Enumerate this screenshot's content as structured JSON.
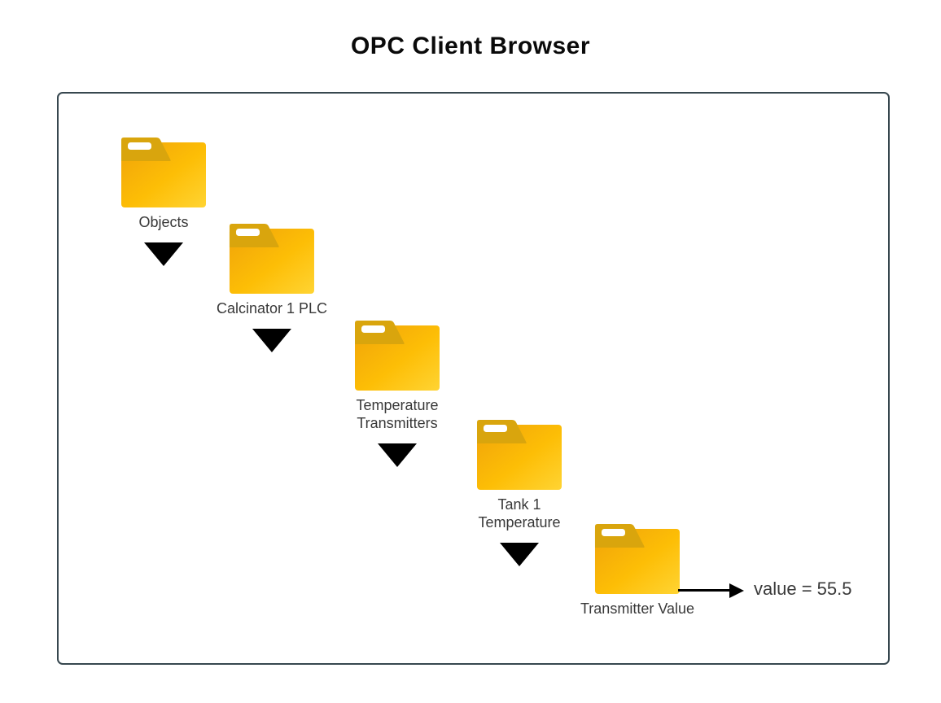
{
  "title": "OPC Client Browser",
  "tree": {
    "nodes": [
      {
        "label": "Objects"
      },
      {
        "label": "Calcinator 1 PLC"
      },
      {
        "label": "Temperature\nTransmitters"
      },
      {
        "label": "Tank 1\nTemperature"
      },
      {
        "label": "Transmitter Value"
      }
    ]
  },
  "annotation": {
    "value_label": "value = 55.5"
  },
  "icons": {
    "node_icon": "folder-icon",
    "expand_icon": "triangle-down-icon",
    "pointer_icon": "arrow-right-icon"
  },
  "colors": {
    "panel_border": "#37474f",
    "folder_tab": "#D9A50D",
    "folder_body_gradient_start": "#F0A30A",
    "folder_body_gradient_end": "#FFD433",
    "expand_triangle": "#000000",
    "arrow": "#000000",
    "label_text": "#383838",
    "title_text": "#0a0a0a"
  }
}
